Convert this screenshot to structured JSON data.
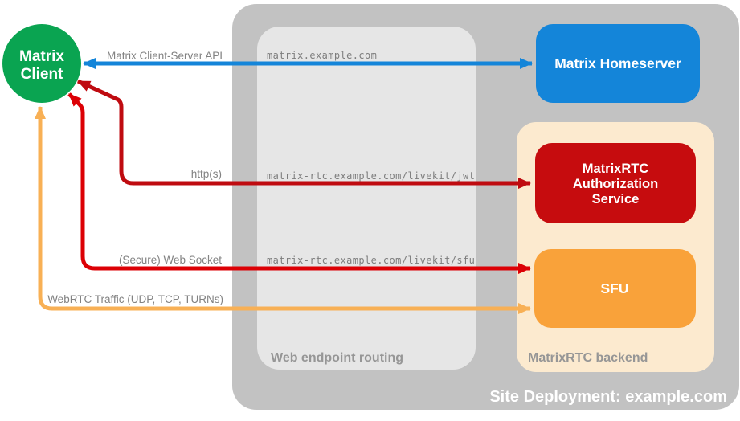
{
  "colors": {
    "client_green": "#0aa451",
    "homeserver_blue": "#1485d9",
    "auth_red": "#c60c0e",
    "sfu_orange": "#f9a23a",
    "arrow_blue": "#1485d9",
    "arrow_http_red": "#bf0b10",
    "arrow_ws_red": "#dc0005",
    "arrow_webrtc_orange": "#f8b055",
    "outer_gray": "#c2c2c2",
    "routing_gray": "#e6e6e6",
    "backend_peach": "#fceacf"
  },
  "client": {
    "line1": "Matrix",
    "line2": "Client"
  },
  "routing": {
    "label": "Web endpoint routing",
    "endpoint_homeserver": "matrix.example.com",
    "endpoint_jwt": "matrix-rtc.example.com/livekit/jwt",
    "endpoint_sfu": "matrix-rtc.example.com/livekit/sfu"
  },
  "backend": {
    "label": "MatrixRTC backend",
    "homeserver_label": "Matrix Homeserver",
    "auth_lines": [
      "MatrixRTC",
      "Authorization",
      "Service"
    ],
    "sfu_label": "SFU"
  },
  "arrows": {
    "client_server_api_label": "Matrix Client-Server API",
    "http_label": "http(s)",
    "websocket_label": "(Secure) Web Socket",
    "webrtc_label": "WebRTC Traffic (UDP, TCP, TURNs)"
  },
  "outer": {
    "label": "Site Deployment: example.com"
  }
}
